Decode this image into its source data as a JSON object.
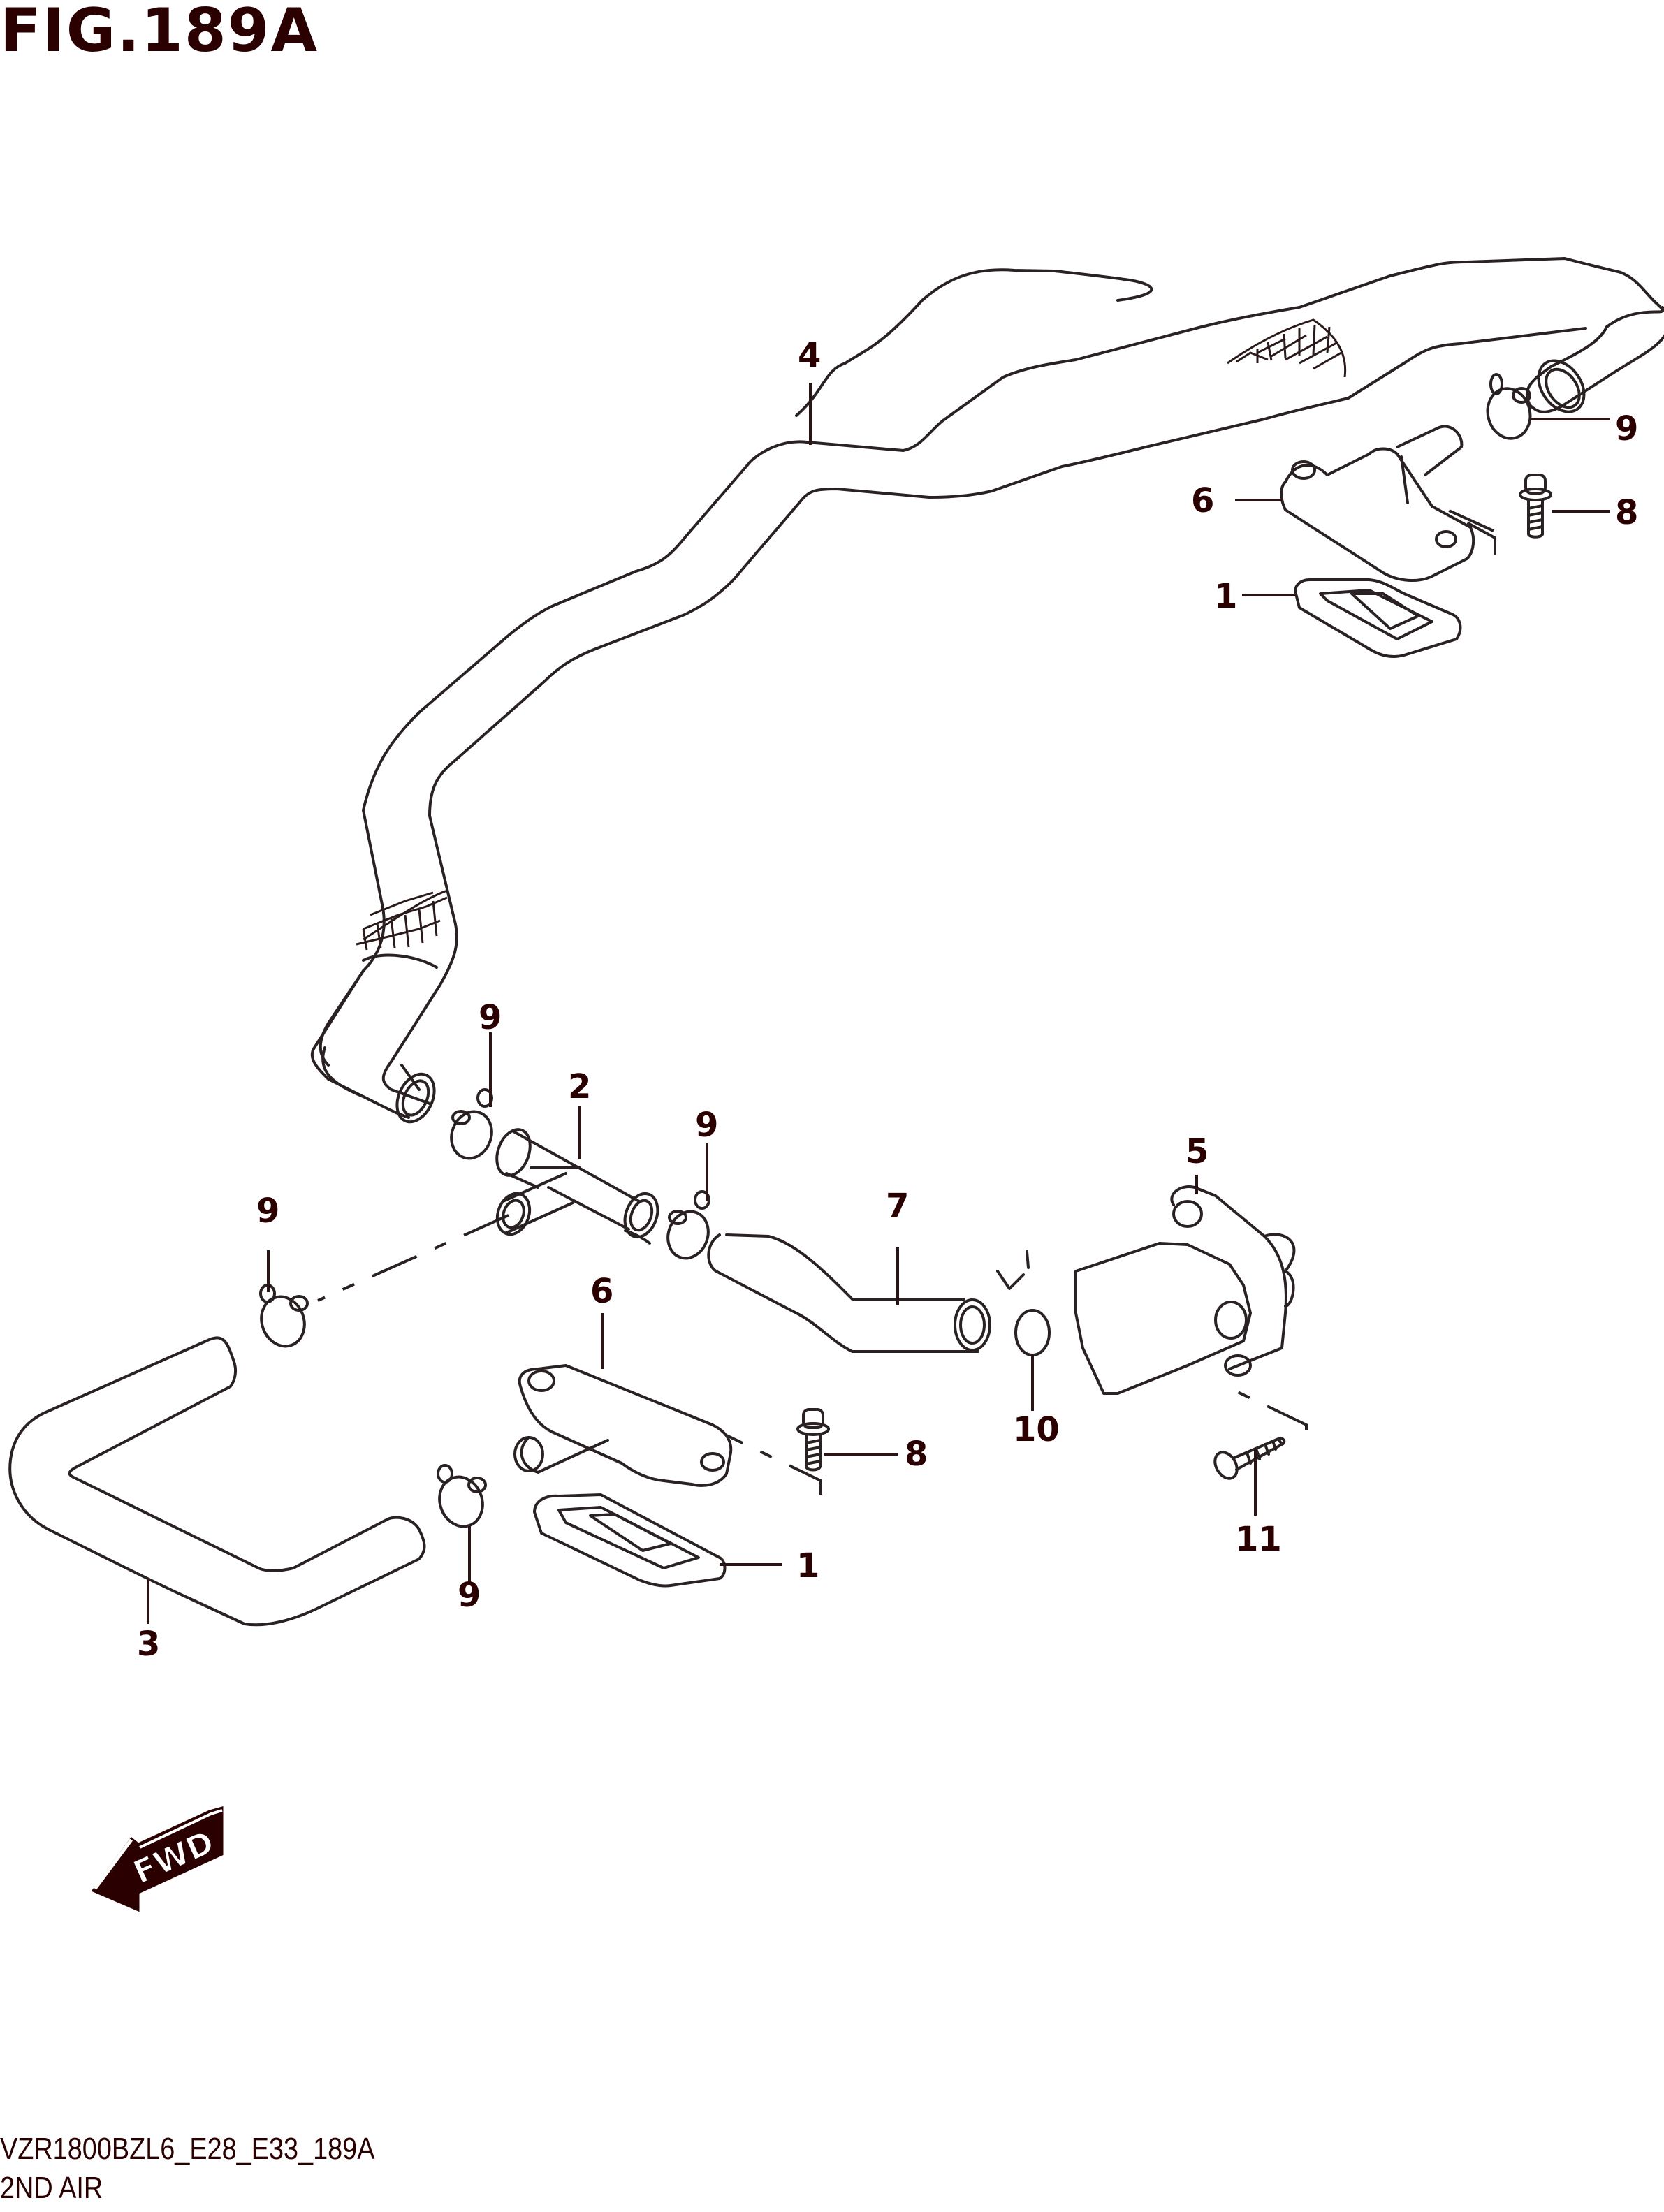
{
  "figure": {
    "title": "FIG.189A",
    "model_code": "VZR1800BZL6_E28_E33_189A",
    "section_name": "2ND AIR",
    "direction_indicator": "FWD"
  },
  "callouts": {
    "c1_top": "1",
    "c1_bottom": "1",
    "c2": "2",
    "c3": "3",
    "c4": "4",
    "c5": "5",
    "c6_top": "6",
    "c6_bottom": "6",
    "c7": "7",
    "c8_top": "8",
    "c8_bottom": "8",
    "c9_top_right": "9",
    "c9_upper_left": "9",
    "c9_tee_right": "9",
    "c9_left": "9",
    "c9_bottom": "9",
    "c10": "10",
    "c11": "11"
  },
  "colors": {
    "label": "#2b0000",
    "line": "#2a2222",
    "background": "#ffffff"
  }
}
